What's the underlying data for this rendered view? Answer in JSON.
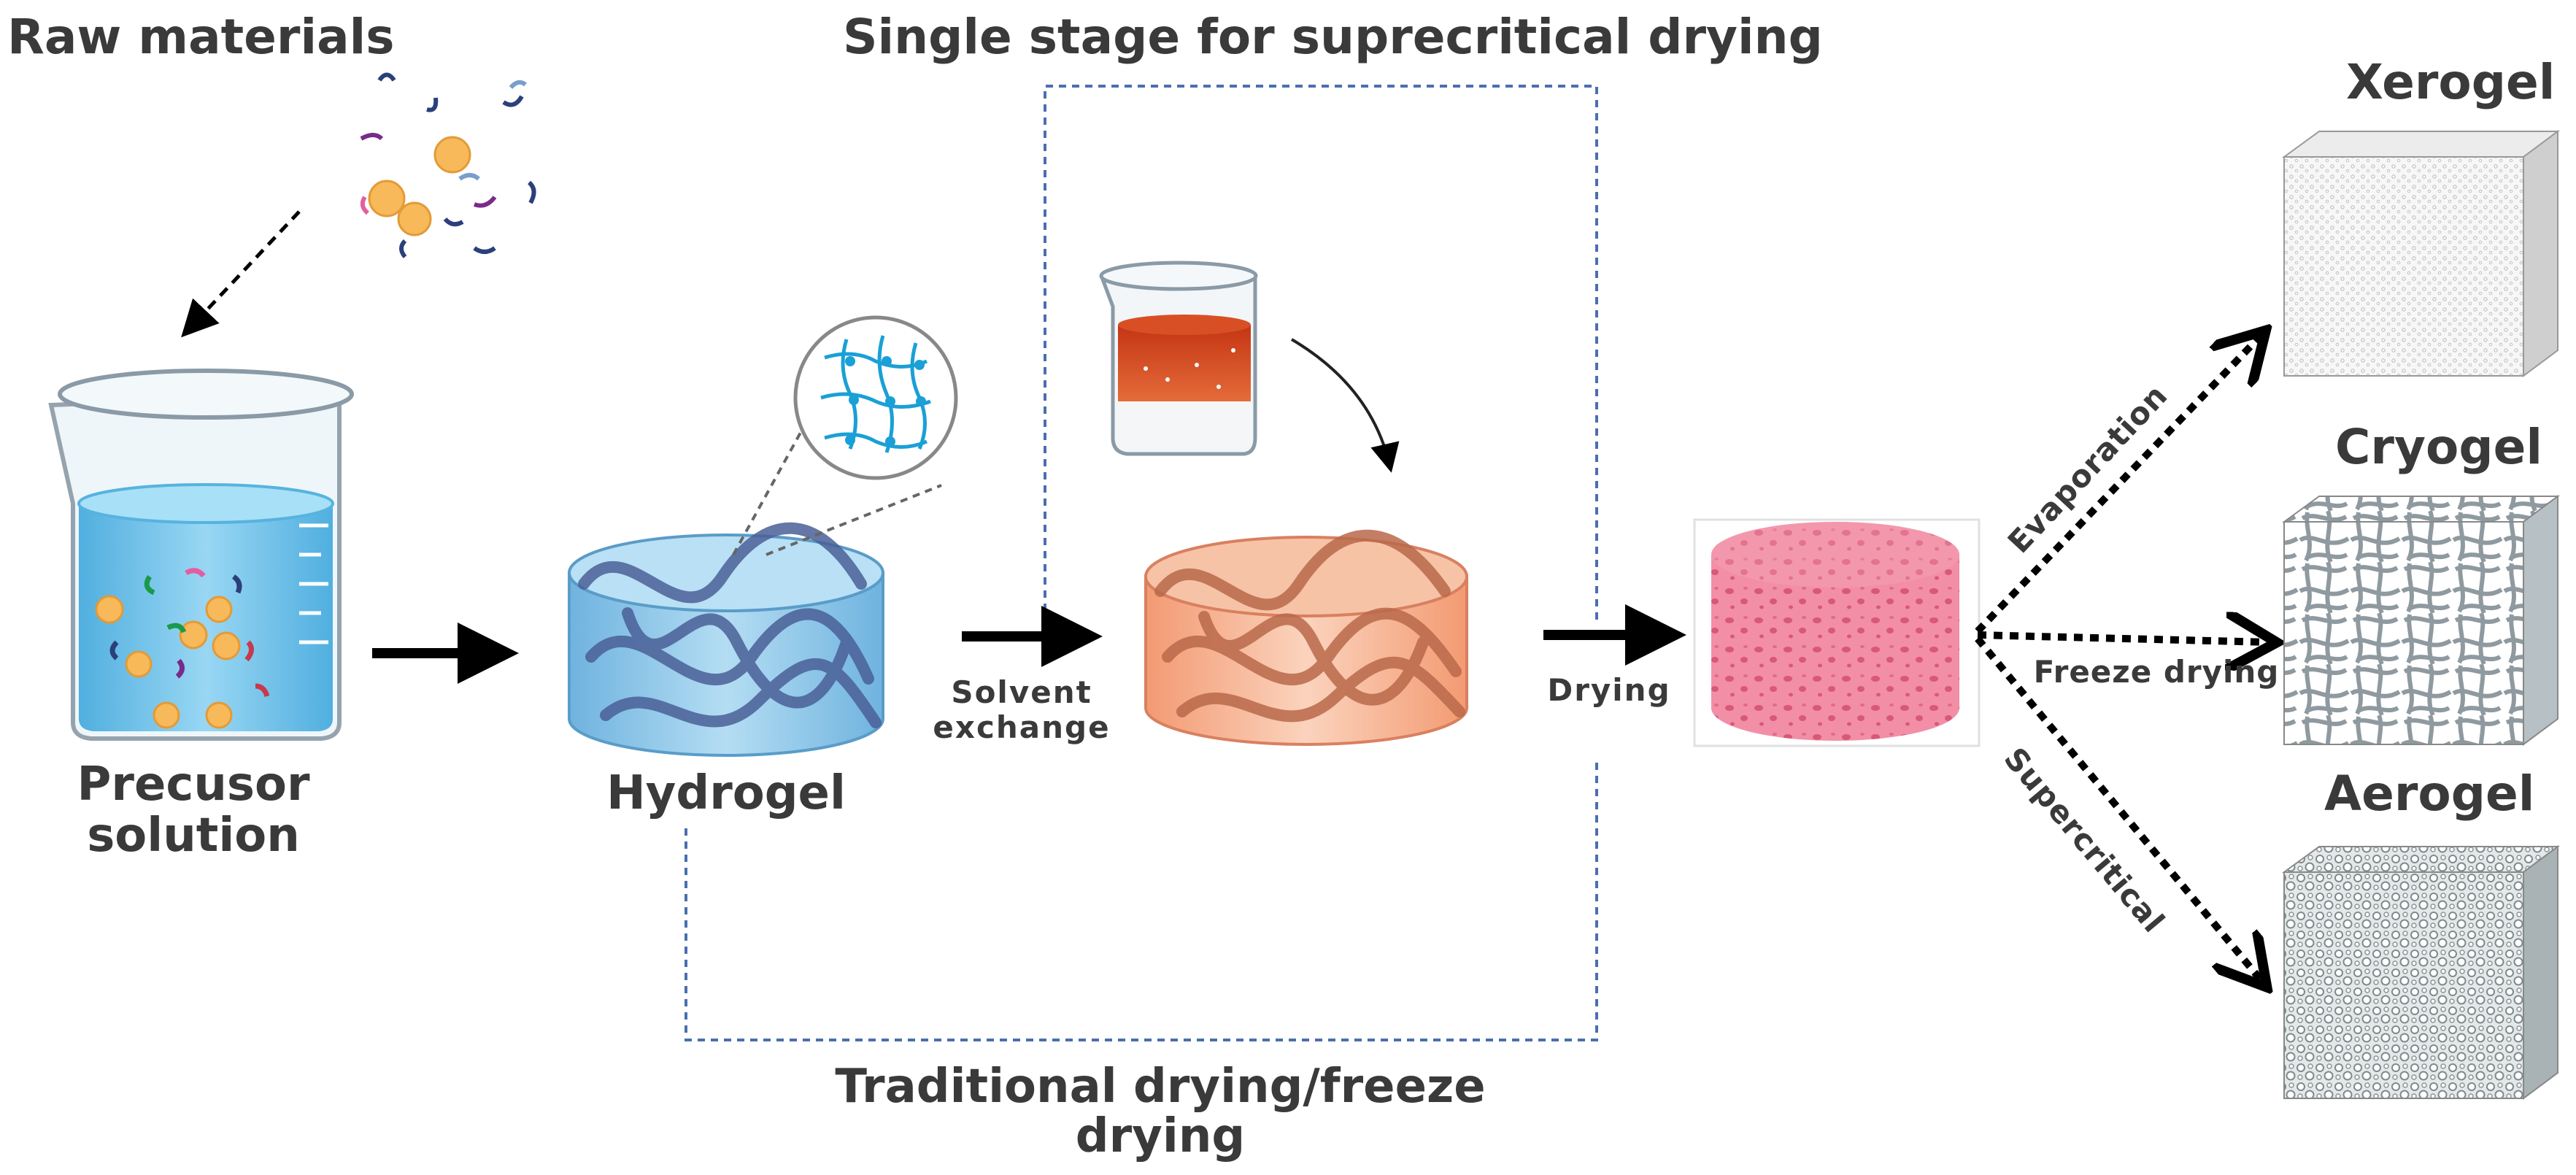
{
  "labels": {
    "raw_materials": "Raw materials",
    "single_stage": "Single stage for suprecritical drying",
    "traditional_line1": "Traditional drying/freeze",
    "traditional_line2": "drying",
    "precursor_line1": "Precusor",
    "precursor_line2": "solution",
    "hydrogel": "Hydrogel",
    "solvent_line1": "Solvent",
    "solvent_line2": "exchange",
    "drying": "Drying",
    "evaporation": "Evaporation",
    "freeze_drying": "Freeze drying",
    "supercritical": "Supercritical",
    "xerogel": "Xerogel",
    "cryogel": "Cryogel",
    "aerogel": "Aerogel"
  },
  "colors": {
    "text": "#3a3a3a",
    "frame_dashed": "#4a6fb0",
    "beaker_liquid": "#5bb8e6",
    "hydrogel_fill": "#8cc6e8",
    "hydrogel_strands": "#4a5f96",
    "organogel_fill": "#f5b08e",
    "organogel_strands": "#b86a4a",
    "solvent_liquid": "#d0401a",
    "foam_pink": "#f08aa2",
    "network_blue": "#1aa0d6",
    "particle_orange": "#f7b95a"
  },
  "icons": [
    "precursor-beaker-icon",
    "hydrogel-puck-icon",
    "polymer-network-zoom-icon",
    "solvent-beaker-icon",
    "organogel-puck-icon",
    "porous-sponge-icon",
    "xerogel-cube-icon",
    "cryogel-cube-icon",
    "aerogel-cube-icon"
  ]
}
